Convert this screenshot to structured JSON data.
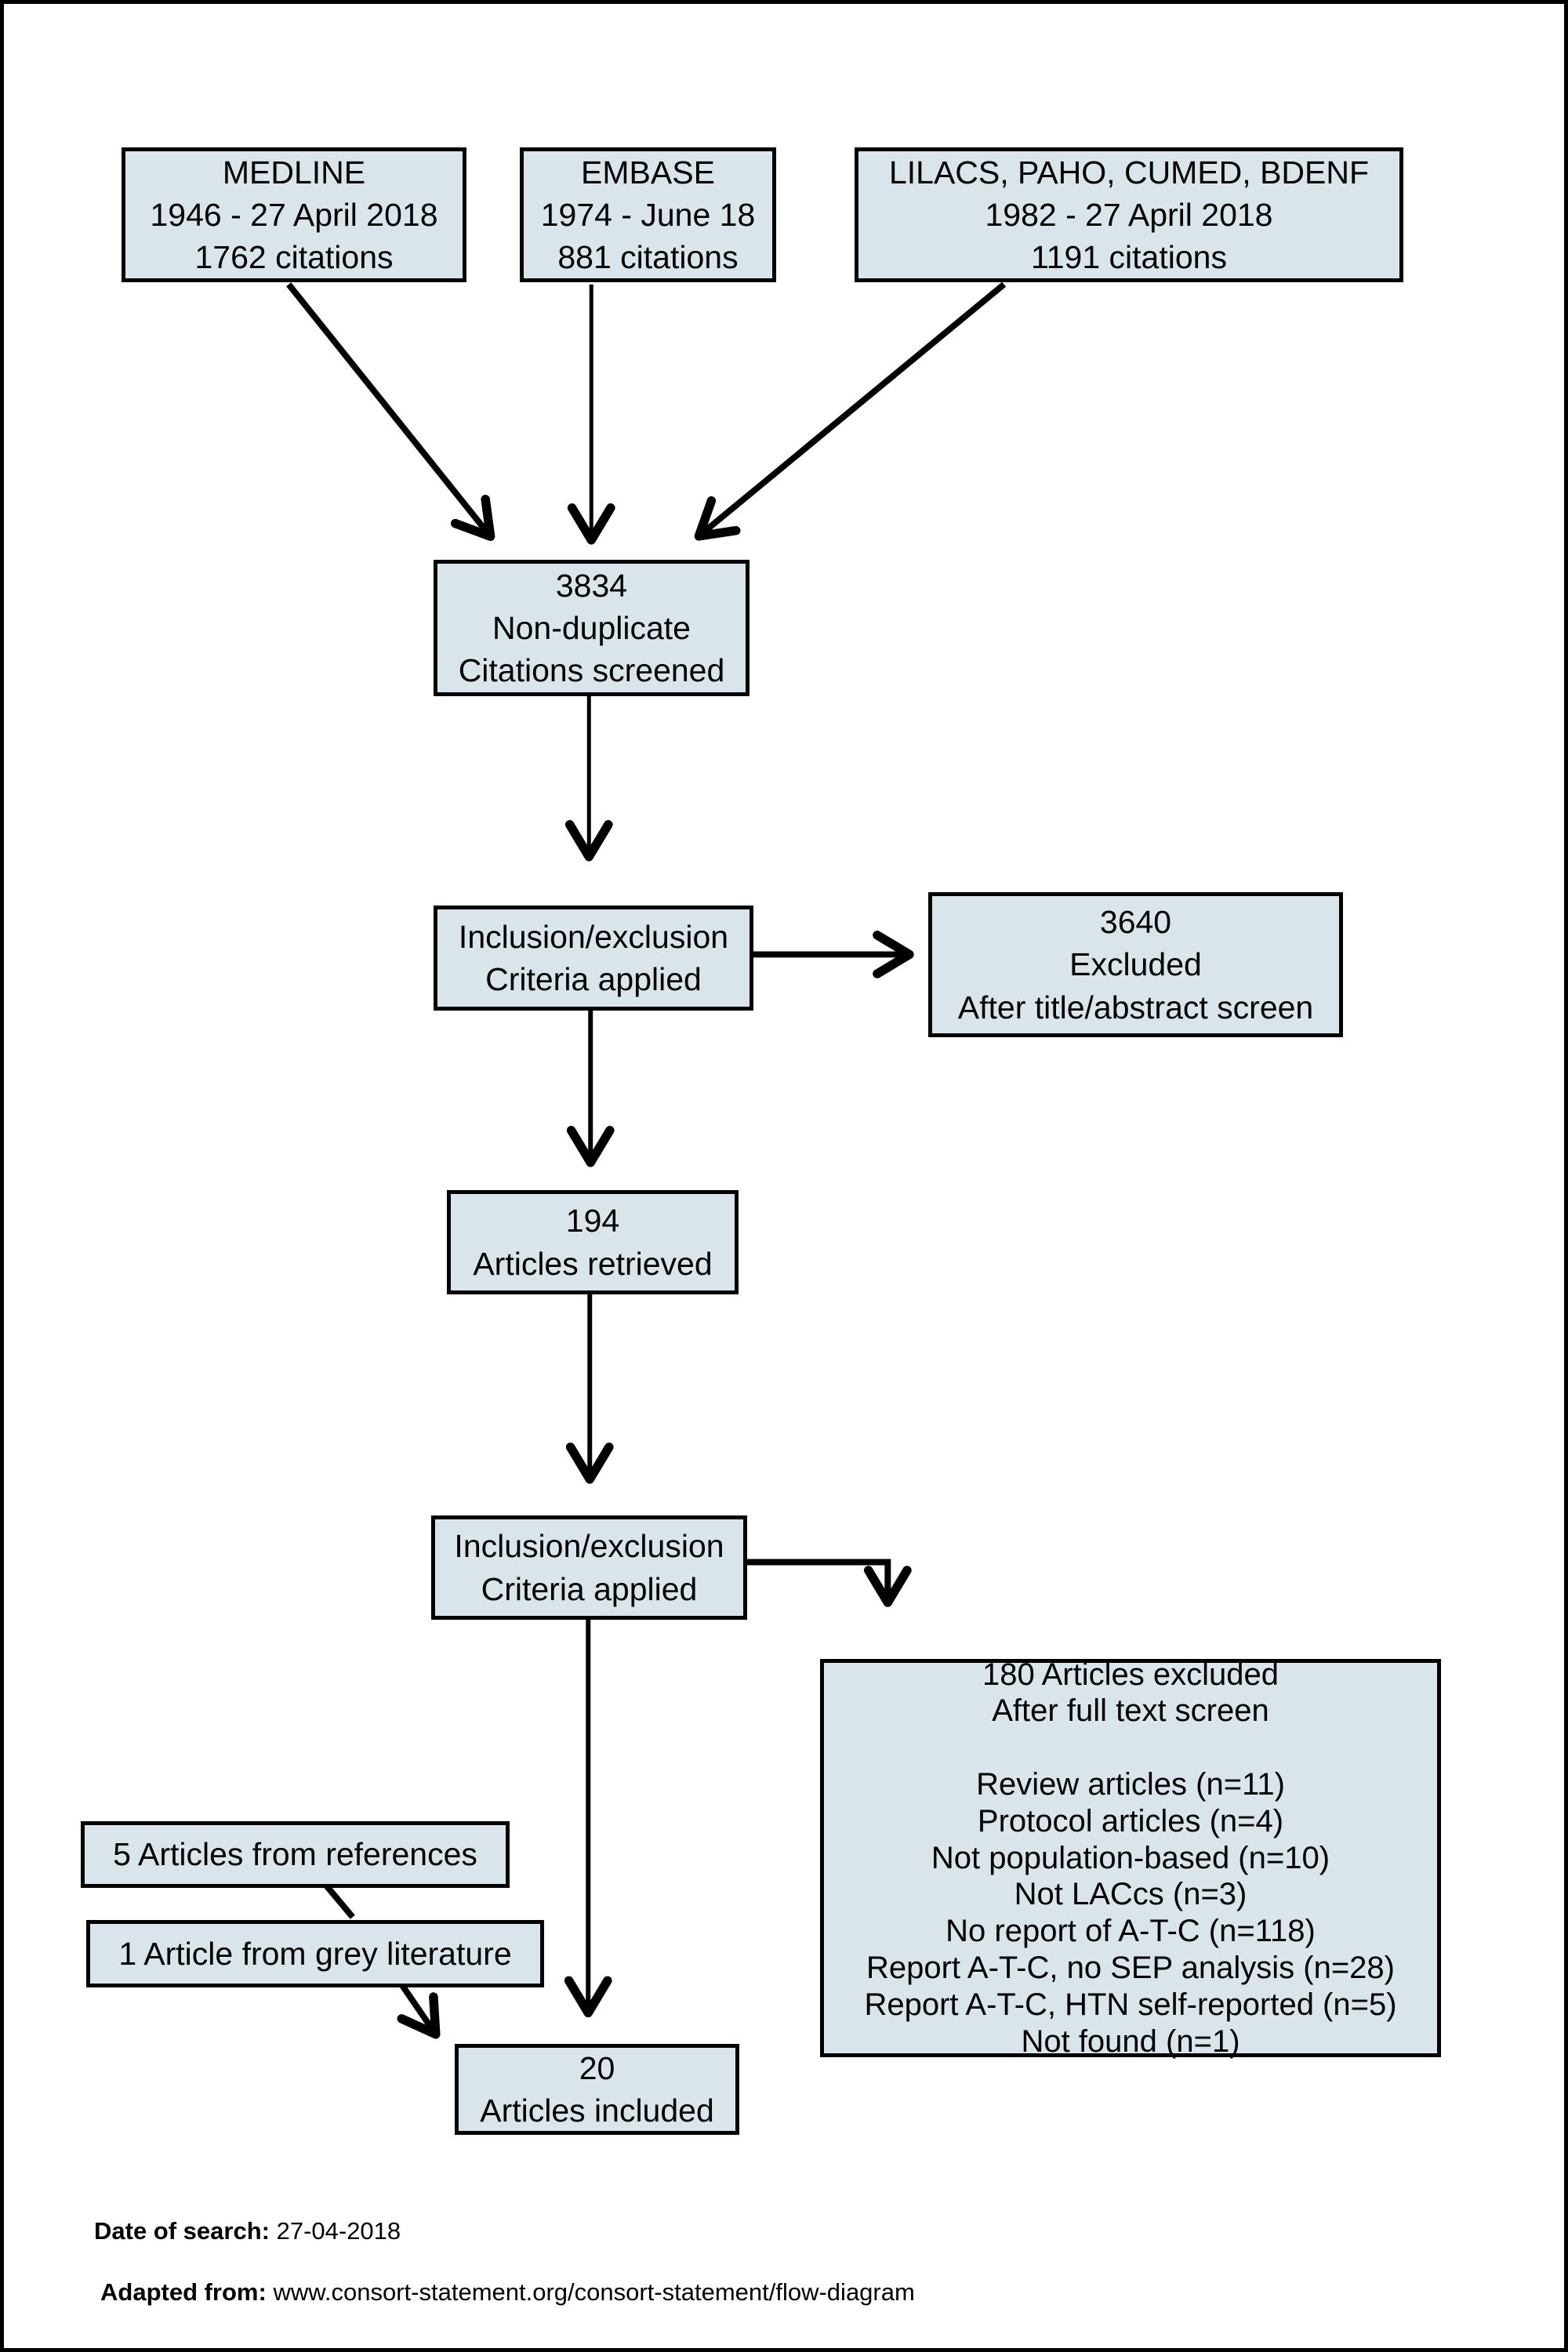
{
  "diagram": {
    "boxes": {
      "medline": "MEDLINE\n1946 - 27 April 2018\n1762 citations",
      "embase": "EMBASE\n1974 - June 18\n881 citations",
      "lilacs": "LILACS, PAHO, CUMED, BDENF\n1982 - 27 April 2018\n1191 citations",
      "screened": "3834\nNon-duplicate\nCitations screened",
      "criteria1": "Inclusion/exclusion\nCriteria applied",
      "excluded_title_abstract": "3640\nExcluded\nAfter title/abstract screen",
      "retrieved": "194\nArticles retrieved",
      "criteria2": "Inclusion/exclusion\nCriteria applied",
      "excluded_full_text": "180 Articles excluded\nAfter full text screen\n\nReview articles (n=11)\nProtocol articles (n=4)\nNot population-based (n=10)\nNot LACcs (n=3)\nNo report of A-T-C (n=118)\nReport A-T-C, no SEP analysis (n=28)\nReport A-T-C, HTN self-reported (n=5)\nNot found (n=1)",
      "references": "5 Articles from references",
      "grey_literature": "1 Article from grey literature",
      "included": "20\nArticles included"
    },
    "footer": {
      "date_label": "Date of search:",
      "date_value": " 27-04-2018",
      "adapted_label": "Adapted from:",
      "adapted_value": " www.consort-statement.org/consort-statement/flow-diagram"
    },
    "colors": {
      "box_fill": "#d9e4eb",
      "box_border": "#000000",
      "arrow": "#000000",
      "page_border": "#000000"
    }
  }
}
